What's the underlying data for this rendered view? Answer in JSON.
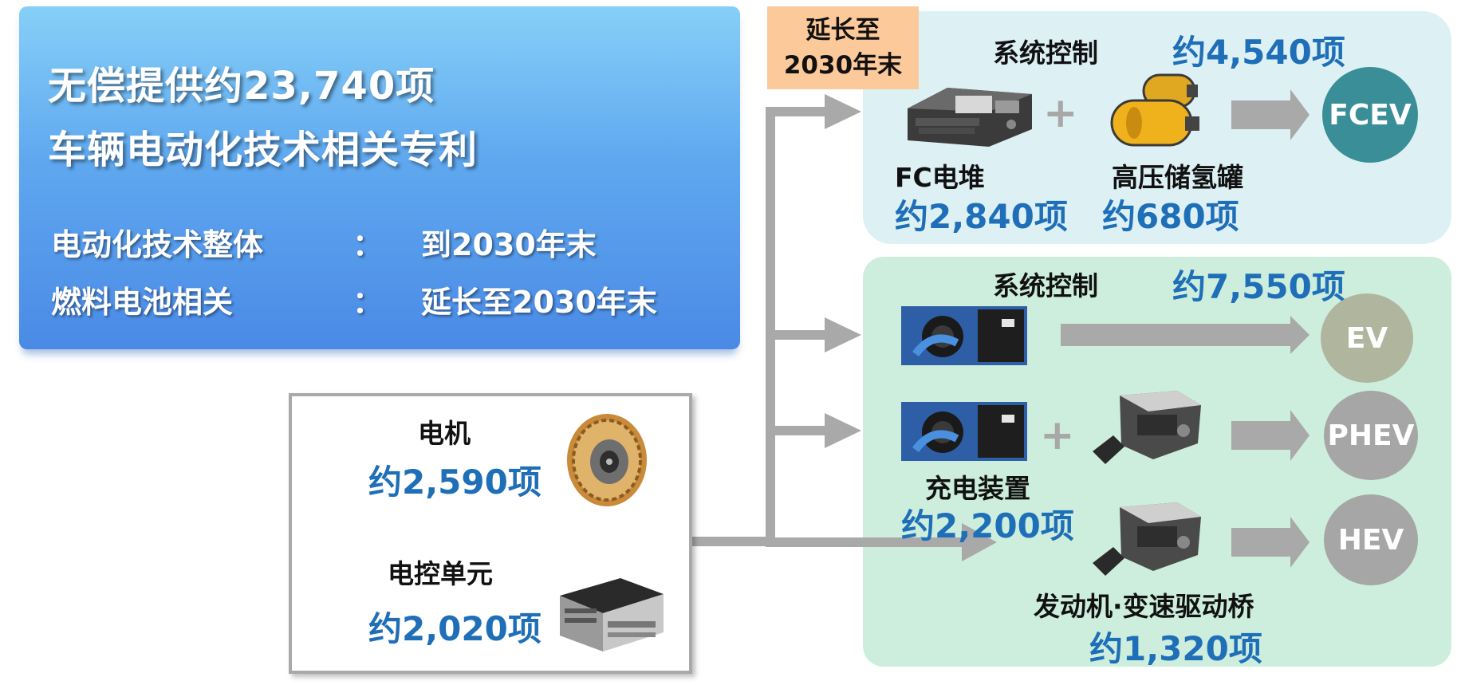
{
  "title_card": {
    "line1": "无偿提供约23,740项",
    "line2": "车辆电动化技术相关专利",
    "rows": [
      {
        "label": "电动化技术整体",
        "sep": "：",
        "value": "到2030年末"
      },
      {
        "label": "燃料电池相关",
        "sep": "：",
        "value": "延长至2030年末"
      }
    ]
  },
  "extension_badge": {
    "line1": "延长至",
    "line2": "2030年末"
  },
  "fuel_cell_panel": {
    "system_control_label": "系统控制",
    "system_control_count": "约4,540项",
    "fc_stack_label": "FC电堆",
    "fc_stack_count": "约2,840项",
    "tank_label": "高压储氢罐",
    "tank_count": "约680项",
    "vehicle": "FCEV"
  },
  "electric_panel": {
    "system_control_label": "系统控制",
    "system_control_count": "约7,550项",
    "charger_label": "充电装置",
    "charger_count": "约2,200项",
    "engine_label": "发动机·变速驱动桥",
    "engine_count": "约1,320项",
    "vehicles": [
      "EV",
      "PHEV",
      "HEV"
    ]
  },
  "motor_box": {
    "motor_label": "电机",
    "motor_count": "约2,590项",
    "pcu_label": "电控单元",
    "pcu_count": "约2,020项"
  },
  "colors": {
    "count_blue": "#1f6fb8",
    "fcev": "#3a8e98",
    "ev": "#b0b59e",
    "phev": "#a6a6a6",
    "hev": "#a6a6a6",
    "arrow": "#a9a9a9",
    "badge": "#fcc99a"
  },
  "icons": [
    "fc-stack-icon",
    "hydrogen-tank-icon",
    "charging-port-icon",
    "engine-icon",
    "motor-icon",
    "pcu-icon",
    "plus-icon",
    "arrow-icon"
  ]
}
